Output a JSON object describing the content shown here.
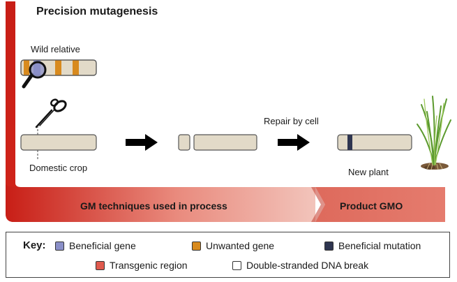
{
  "title": "Precision mutagenesis",
  "labels": {
    "wild_relative": "Wild relative",
    "domestic_crop": "Domestic crop",
    "repair": "Repair by cell",
    "new_plant": "New plant"
  },
  "band": {
    "process_label": "GM techniques used in process",
    "product_label": "Product GMO"
  },
  "key": {
    "title": "Key:",
    "items": [
      {
        "label": "Beneficial gene",
        "color": "#8a8fc8"
      },
      {
        "label": "Unwanted gene",
        "color": "#d88a1e"
      },
      {
        "label": "Beneficial mutation",
        "color": "#2e3550"
      },
      {
        "label": "Transgenic region",
        "color": "#e05a4e"
      },
      {
        "label": "Double-stranded DNA break",
        "color": "#ffffff"
      }
    ]
  },
  "colors": {
    "chromosome": "#e2dac8",
    "outline": "#555555",
    "red_band": "#d42a1e"
  }
}
